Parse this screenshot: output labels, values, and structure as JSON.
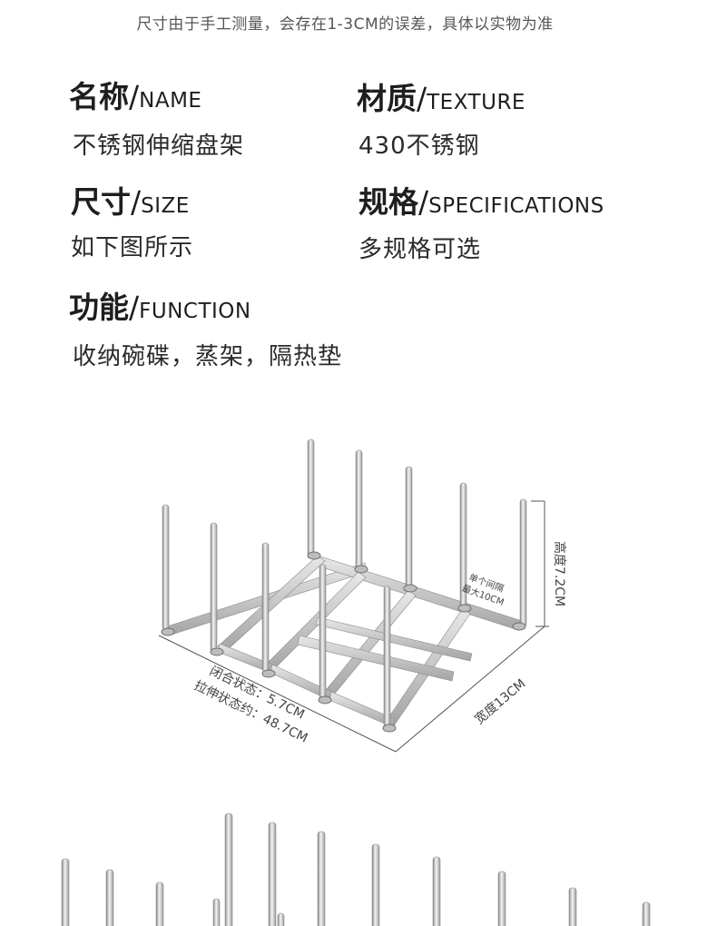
{
  "note": "尺寸由于手工测量，会存在1-3CM的误差，具体以实物为准",
  "specs": {
    "name": {
      "label_cn": "名称",
      "sep": "/",
      "label_en": "NAME",
      "value": "不锈钢伸缩盘架"
    },
    "texture": {
      "label_cn": "材质",
      "sep": "/",
      "label_en": "TEXTURE",
      "value": "430不锈钢"
    },
    "size": {
      "label_cn": "尺寸",
      "sep": "/",
      "label_en": "SIZE",
      "value": "如下图所示"
    },
    "specifications": {
      "label_cn": "规格",
      "sep": "/",
      "label_en": "SPECIFICATIONS",
      "value": "多规格可选"
    },
    "function": {
      "label_cn": "功能",
      "sep": "/",
      "label_en": "FUNCTION",
      "value": "收纳碗碟，蒸架，隔热垫"
    }
  },
  "dimensions": {
    "height": "高度7.2CM",
    "spacing_line1": "单个间隔",
    "spacing_line2": "最大10CM",
    "width": "宽度13CM",
    "closed": "闭合状态：5.7CM",
    "stretched": "拉伸状态约：48.7CM"
  },
  "colors": {
    "steel": "#c8c8c8",
    "steel_dark": "#8a8a8a",
    "dim_line": "#555555"
  }
}
